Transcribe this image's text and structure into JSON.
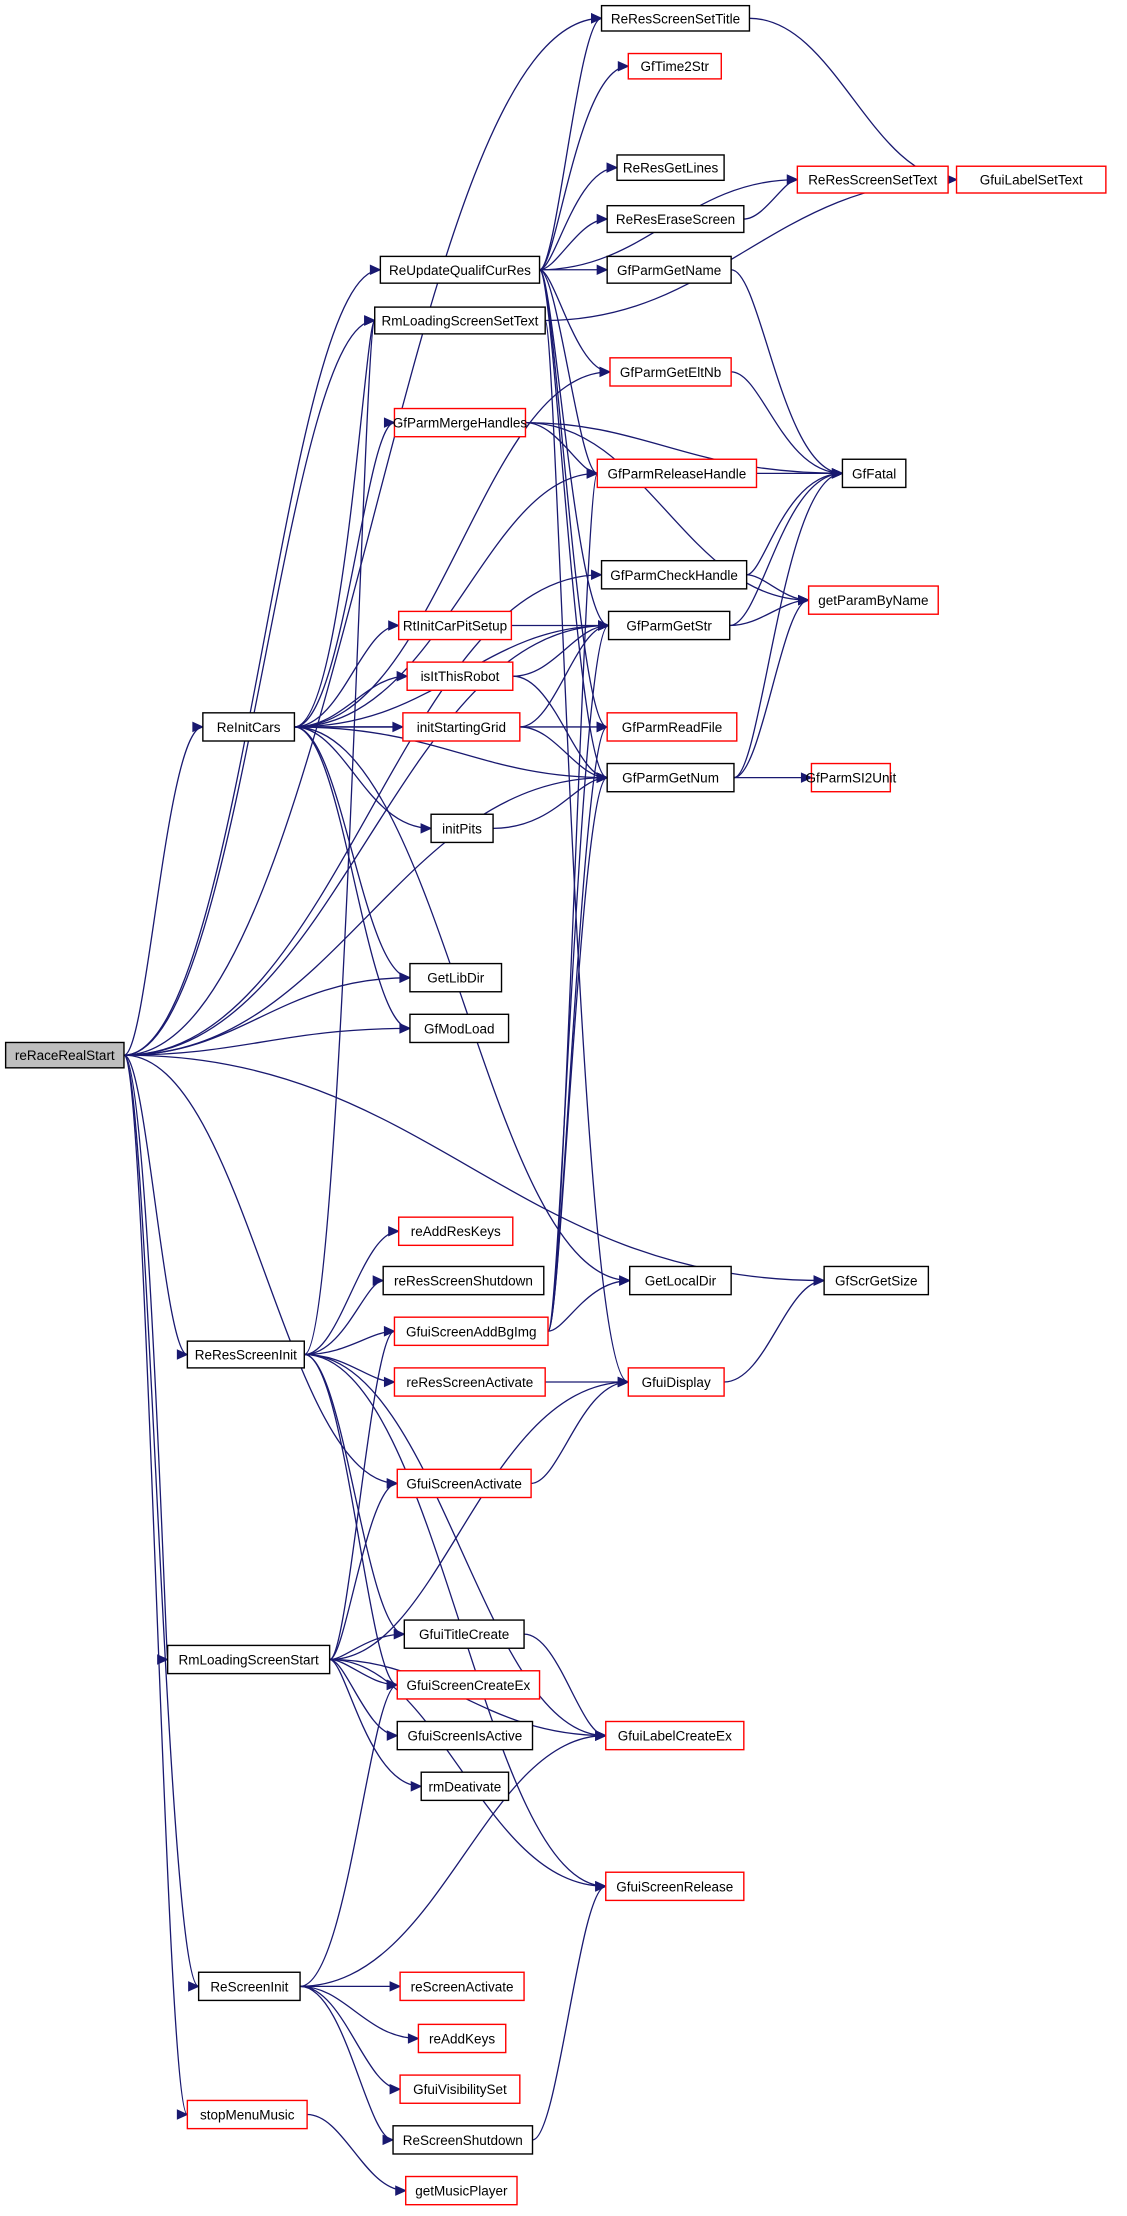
{
  "diagram": {
    "type": "call-graph",
    "root": "reRaceRealStart",
    "colors": {
      "edge": "#191970",
      "node_border": "#000000",
      "truncated_border": "#ff0000",
      "root_fill": "#bfbfbf",
      "node_fill": "#ffffff"
    },
    "nodes": [
      {
        "id": "reRaceRealStart",
        "label": "reRaceRealStart",
        "kind": "root"
      },
      {
        "id": "ReResScreenSetTitle",
        "label": "ReResScreenSetTitle",
        "kind": "normal"
      },
      {
        "id": "GfTime2Str",
        "label": "GfTime2Str",
        "kind": "truncated"
      },
      {
        "id": "ReResGetLines",
        "label": "ReResGetLines",
        "kind": "normal"
      },
      {
        "id": "ReResScreenSetText",
        "label": "ReResScreenSetText",
        "kind": "truncated"
      },
      {
        "id": "GfuiLabelSetText",
        "label": "GfuiLabelSetText",
        "kind": "truncated"
      },
      {
        "id": "ReResEraseScreen",
        "label": "ReResEraseScreen",
        "kind": "normal"
      },
      {
        "id": "GfParmGetName",
        "label": "GfParmGetName",
        "kind": "normal"
      },
      {
        "id": "ReUpdateQualifCurRes",
        "label": "ReUpdateQualifCurRes",
        "kind": "normal"
      },
      {
        "id": "RmLoadingScreenSetText",
        "label": "RmLoadingScreenSetText",
        "kind": "normal"
      },
      {
        "id": "GfParmGetEltNb",
        "label": "GfParmGetEltNb",
        "kind": "truncated"
      },
      {
        "id": "GfParmMergeHandles",
        "label": "GfParmMergeHandles",
        "kind": "truncated"
      },
      {
        "id": "GfParmReleaseHandle",
        "label": "GfParmReleaseHandle",
        "kind": "truncated"
      },
      {
        "id": "GfFatal",
        "label": "GfFatal",
        "kind": "normal"
      },
      {
        "id": "GfParmCheckHandle",
        "label": "GfParmCheckHandle",
        "kind": "normal"
      },
      {
        "id": "getParamByName",
        "label": "getParamByName",
        "kind": "truncated"
      },
      {
        "id": "GfParmGetStr",
        "label": "GfParmGetStr",
        "kind": "normal"
      },
      {
        "id": "RtInitCarPitSetup",
        "label": "RtInitCarPitSetup",
        "kind": "truncated"
      },
      {
        "id": "isItThisRobot",
        "label": "isItThisRobot",
        "kind": "truncated"
      },
      {
        "id": "initStartingGrid",
        "label": "initStartingGrid",
        "kind": "truncated"
      },
      {
        "id": "ReInitCars",
        "label": "ReInitCars",
        "kind": "normal"
      },
      {
        "id": "GfParmReadFile",
        "label": "GfParmReadFile",
        "kind": "truncated"
      },
      {
        "id": "GfParmGetNum",
        "label": "GfParmGetNum",
        "kind": "normal"
      },
      {
        "id": "GfParmSI2Unit",
        "label": "GfParmSI2Unit",
        "kind": "truncated"
      },
      {
        "id": "initPits",
        "label": "initPits",
        "kind": "normal"
      },
      {
        "id": "GetLibDir",
        "label": "GetLibDir",
        "kind": "normal"
      },
      {
        "id": "GfModLoad",
        "label": "GfModLoad",
        "kind": "normal"
      },
      {
        "id": "reAddResKeys",
        "label": "reAddResKeys",
        "kind": "truncated"
      },
      {
        "id": "reResScreenShutdown",
        "label": "reResScreenShutdown",
        "kind": "normal"
      },
      {
        "id": "GetLocalDir",
        "label": "GetLocalDir",
        "kind": "normal"
      },
      {
        "id": "GfScrGetSize",
        "label": "GfScrGetSize",
        "kind": "normal"
      },
      {
        "id": "GfuiScreenAddBgImg",
        "label": "GfuiScreenAddBgImg",
        "kind": "truncated"
      },
      {
        "id": "ReResScreenInit",
        "label": "ReResScreenInit",
        "kind": "normal"
      },
      {
        "id": "reResScreenActivate",
        "label": "reResScreenActivate",
        "kind": "truncated"
      },
      {
        "id": "GfuiDisplay",
        "label": "GfuiDisplay",
        "kind": "truncated"
      },
      {
        "id": "GfuiScreenActivate",
        "label": "GfuiScreenActivate",
        "kind": "truncated"
      },
      {
        "id": "GfuiTitleCreate",
        "label": "GfuiTitleCreate",
        "kind": "normal"
      },
      {
        "id": "RmLoadingScreenStart",
        "label": "RmLoadingScreenStart",
        "kind": "normal"
      },
      {
        "id": "GfuiScreenCreateEx",
        "label": "GfuiScreenCreateEx",
        "kind": "truncated"
      },
      {
        "id": "GfuiScreenIsActive",
        "label": "GfuiScreenIsActive",
        "kind": "normal"
      },
      {
        "id": "GfuiLabelCreateEx",
        "label": "GfuiLabelCreateEx",
        "kind": "truncated"
      },
      {
        "id": "rmDeativate",
        "label": "rmDeativate",
        "kind": "normal"
      },
      {
        "id": "GfuiScreenRelease",
        "label": "GfuiScreenRelease",
        "kind": "truncated"
      },
      {
        "id": "ReScreenInit",
        "label": "ReScreenInit",
        "kind": "normal"
      },
      {
        "id": "reScreenActivate",
        "label": "reScreenActivate",
        "kind": "truncated"
      },
      {
        "id": "reAddKeys",
        "label": "reAddKeys",
        "kind": "truncated"
      },
      {
        "id": "GfuiVisibilitySet",
        "label": "GfuiVisibilitySet",
        "kind": "truncated"
      },
      {
        "id": "stopMenuMusic",
        "label": "stopMenuMusic",
        "kind": "truncated"
      },
      {
        "id": "ReScreenShutdown",
        "label": "ReScreenShutdown",
        "kind": "normal"
      },
      {
        "id": "getMusicPlayer",
        "label": "getMusicPlayer",
        "kind": "truncated"
      }
    ],
    "edges": [
      [
        "reRaceRealStart",
        "ReResScreenSetTitle"
      ],
      [
        "reRaceRealStart",
        "ReUpdateQualifCurRes"
      ],
      [
        "reRaceRealStart",
        "RmLoadingScreenSetText"
      ],
      [
        "reRaceRealStart",
        "GfParmCheckHandle"
      ],
      [
        "reRaceRealStart",
        "GfParmGetStr"
      ],
      [
        "reRaceRealStart",
        "ReInitCars"
      ],
      [
        "reRaceRealStart",
        "GetLibDir"
      ],
      [
        "reRaceRealStart",
        "GfModLoad"
      ],
      [
        "reRaceRealStart",
        "GfParmGetNum"
      ],
      [
        "reRaceRealStart",
        "GfScrGetSize"
      ],
      [
        "reRaceRealStart",
        "ReResScreenInit"
      ],
      [
        "reRaceRealStart",
        "GfuiScreenActivate"
      ],
      [
        "reRaceRealStart",
        "RmLoadingScreenStart"
      ],
      [
        "reRaceRealStart",
        "ReScreenInit"
      ],
      [
        "reRaceRealStart",
        "stopMenuMusic"
      ],
      [
        "ReUpdateQualifCurRes",
        "ReResScreenSetTitle"
      ],
      [
        "ReUpdateQualifCurRes",
        "GfTime2Str"
      ],
      [
        "ReUpdateQualifCurRes",
        "ReResScreenSetText"
      ],
      [
        "ReUpdateQualifCurRes",
        "ReResGetLines"
      ],
      [
        "ReUpdateQualifCurRes",
        "ReResEraseScreen"
      ],
      [
        "ReUpdateQualifCurRes",
        "GfParmGetName"
      ],
      [
        "ReUpdateQualifCurRes",
        "GfParmGetEltNb"
      ],
      [
        "ReUpdateQualifCurRes",
        "GfParmReleaseHandle"
      ],
      [
        "ReUpdateQualifCurRes",
        "GfParmGetStr"
      ],
      [
        "ReUpdateQualifCurRes",
        "GfParmReadFile"
      ],
      [
        "ReUpdateQualifCurRes",
        "GfParmGetNum"
      ],
      [
        "ReResScreenSetTitle",
        "GfuiLabelSetText"
      ],
      [
        "ReResScreenSetText",
        "GfuiLabelSetText"
      ],
      [
        "ReResEraseScreen",
        "ReResScreenSetText"
      ],
      [
        "GfParmGetName",
        "GfFatal"
      ],
      [
        "RmLoadingScreenSetText",
        "GfuiLabelSetText"
      ],
      [
        "RmLoadingScreenSetText",
        "GfuiDisplay"
      ],
      [
        "GfParmGetEltNb",
        "GfFatal"
      ],
      [
        "GfParmMergeHandles",
        "GfFatal"
      ],
      [
        "GfParmMergeHandles",
        "GfParmReleaseHandle"
      ],
      [
        "GfParmMergeHandles",
        "getParamByName"
      ],
      [
        "GfParmReleaseHandle",
        "GfFatal"
      ],
      [
        "GfParmCheckHandle",
        "GfFatal"
      ],
      [
        "GfParmCheckHandle",
        "getParamByName"
      ],
      [
        "GfParmGetStr",
        "GfFatal"
      ],
      [
        "GfParmGetStr",
        "getParamByName"
      ],
      [
        "GfParmGetNum",
        "GfFatal"
      ],
      [
        "GfParmGetNum",
        "getParamByName"
      ],
      [
        "GfParmGetNum",
        "GfParmSI2Unit"
      ],
      [
        "ReInitCars",
        "RmLoadingScreenSetText"
      ],
      [
        "ReInitCars",
        "GfParmGetEltNb"
      ],
      [
        "ReInitCars",
        "GfParmMergeHandles"
      ],
      [
        "ReInitCars",
        "GfParmReleaseHandle"
      ],
      [
        "ReInitCars",
        "GfParmGetStr"
      ],
      [
        "ReInitCars",
        "RtInitCarPitSetup"
      ],
      [
        "ReInitCars",
        "isItThisRobot"
      ],
      [
        "ReInitCars",
        "initStartingGrid"
      ],
      [
        "ReInitCars",
        "GfParmReadFile"
      ],
      [
        "ReInitCars",
        "GfParmGetNum"
      ],
      [
        "ReInitCars",
        "initPits"
      ],
      [
        "ReInitCars",
        "GetLibDir"
      ],
      [
        "ReInitCars",
        "GfModLoad"
      ],
      [
        "ReInitCars",
        "GetLocalDir"
      ],
      [
        "RtInitCarPitSetup",
        "GfParmGetStr"
      ],
      [
        "isItThisRobot",
        "GfParmGetStr"
      ],
      [
        "isItThisRobot",
        "GfParmGetNum"
      ],
      [
        "initStartingGrid",
        "GfParmGetStr"
      ],
      [
        "initStartingGrid",
        "GfParmGetNum"
      ],
      [
        "initPits",
        "GfParmGetNum"
      ],
      [
        "ReResScreenInit",
        "RmLoadingScreenSetText"
      ],
      [
        "ReResScreenInit",
        "reAddResKeys"
      ],
      [
        "ReResScreenInit",
        "reResScreenShutdown"
      ],
      [
        "ReResScreenInit",
        "GfuiScreenAddBgImg"
      ],
      [
        "ReResScreenInit",
        "reResScreenActivate"
      ],
      [
        "ReResScreenInit",
        "GfuiTitleCreate"
      ],
      [
        "ReResScreenInit",
        "GfuiScreenCreateEx"
      ],
      [
        "ReResScreenInit",
        "GfuiLabelCreateEx"
      ],
      [
        "ReResScreenInit",
        "GfuiScreenRelease"
      ],
      [
        "GfuiScreenAddBgImg",
        "GetLocalDir"
      ],
      [
        "GfuiScreenAddBgImg",
        "GfParmReadFile"
      ],
      [
        "GfuiScreenAddBgImg",
        "GfParmGetStr"
      ],
      [
        "GfuiScreenAddBgImg",
        "GfParmGetNum"
      ],
      [
        "GfuiScreenAddBgImg",
        "GfParmReleaseHandle"
      ],
      [
        "reResScreenActivate",
        "GfuiDisplay"
      ],
      [
        "GfuiDisplay",
        "GfScrGetSize"
      ],
      [
        "GfuiScreenActivate",
        "GfuiDisplay"
      ],
      [
        "RmLoadingScreenStart",
        "GfuiScreenAddBgImg"
      ],
      [
        "RmLoadingScreenStart",
        "GfuiScreenActivate"
      ],
      [
        "RmLoadingScreenStart",
        "GfuiDisplay"
      ],
      [
        "RmLoadingScreenStart",
        "GfuiTitleCreate"
      ],
      [
        "RmLoadingScreenStart",
        "GfuiScreenCreateEx"
      ],
      [
        "RmLoadingScreenStart",
        "GfuiScreenIsActive"
      ],
      [
        "RmLoadingScreenStart",
        "rmDeativate"
      ],
      [
        "RmLoadingScreenStart",
        "GfuiLabelCreateEx"
      ],
      [
        "RmLoadingScreenStart",
        "GfuiScreenRelease"
      ],
      [
        "GfuiTitleCreate",
        "GfuiLabelCreateEx"
      ],
      [
        "ReScreenInit",
        "GfuiScreenCreateEx"
      ],
      [
        "ReScreenInit",
        "GfuiLabelCreateEx"
      ],
      [
        "ReScreenInit",
        "reScreenActivate"
      ],
      [
        "ReScreenInit",
        "reAddKeys"
      ],
      [
        "ReScreenInit",
        "GfuiVisibilitySet"
      ],
      [
        "ReScreenInit",
        "ReScreenShutdown"
      ],
      [
        "ReScreenShutdown",
        "GfuiScreenRelease"
      ],
      [
        "stopMenuMusic",
        "getMusicPlayer"
      ]
    ]
  }
}
